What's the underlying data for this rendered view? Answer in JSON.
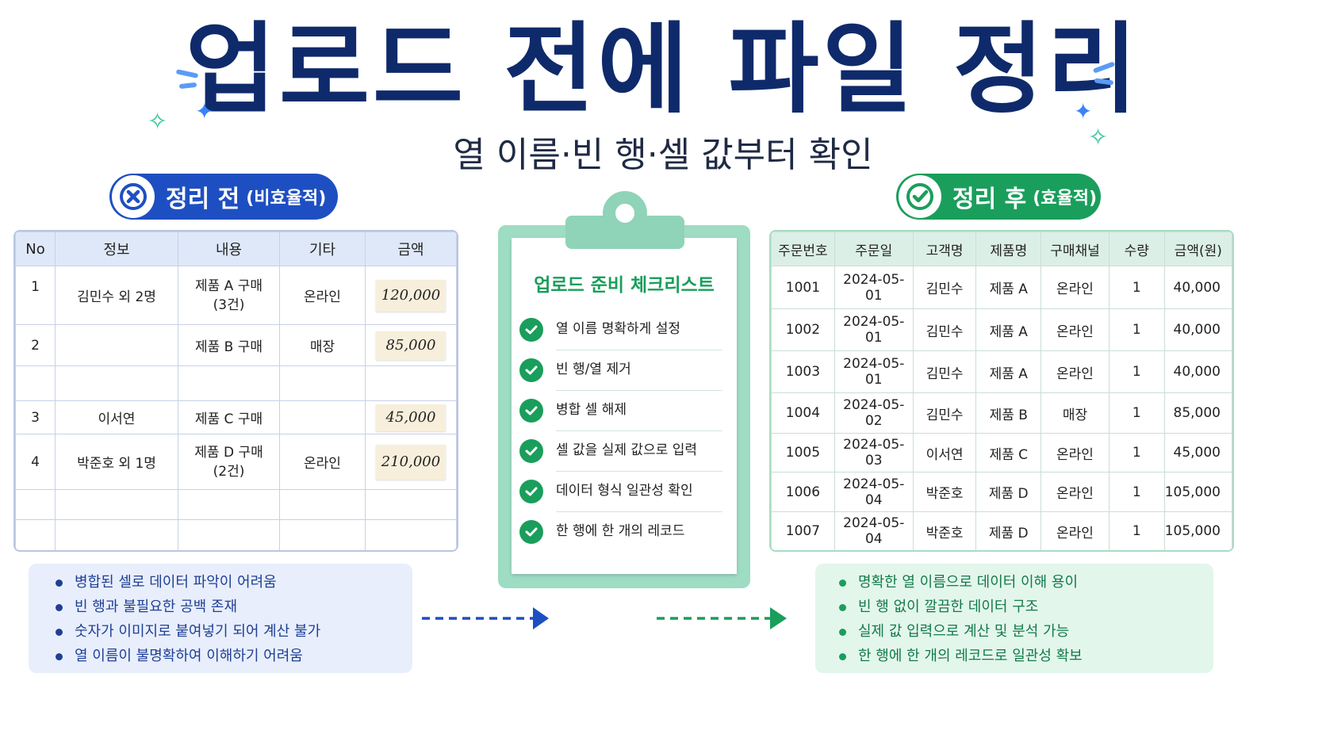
{
  "title": "업로드 전에 파일 정리",
  "subtitle": "열 이름·빈 행·셀 값부터 확인",
  "before": {
    "badge": "정리 전",
    "badge_sub": "(비효율적)",
    "headers": [
      "No",
      "정보",
      "내용",
      "기타",
      "금액"
    ],
    "rows": [
      [
        "1",
        "김민수 외 2명",
        "제품 A 구매\n(3건)",
        "온라인",
        "120,000"
      ],
      [
        "2",
        "",
        "제품 B 구매",
        "매장",
        "85,000"
      ],
      [
        "",
        "",
        "",
        "",
        ""
      ],
      [
        "3",
        "이서연",
        "제품 C 구매",
        "",
        "45,000"
      ],
      [
        "4",
        "박준호 외 1명",
        "제품 D 구매\n(2건)",
        "온라인",
        "210,000"
      ],
      [
        "",
        "",
        "",
        "",
        ""
      ],
      [
        "",
        "",
        "",
        "",
        ""
      ]
    ],
    "notes": [
      "병합된 셀로 데이터 파악이 어려움",
      "빈 행과 불필요한 공백 존재",
      "숫자가 이미지로 붙여넣기 되어 계산 불가",
      "열 이름이 불명확하여 이해하기 어려움"
    ]
  },
  "checklist": {
    "title": "업로드 준비 체크리스트",
    "items": [
      "열 이름 명확하게 설정",
      "빈 행/열 제거",
      "병합 셀 해제",
      "셀 값을 실제 값으로 입력",
      "데이터 형식 일관성 확인",
      "한 행에 한 개의 레코드"
    ]
  },
  "after": {
    "badge": "정리 후",
    "badge_sub": "(효율적)",
    "headers": [
      "주문번호",
      "주문일",
      "고객명",
      "제품명",
      "구매채널",
      "수량",
      "금액(원)"
    ],
    "rows": [
      [
        "1001",
        "2024-05-01",
        "김민수",
        "제품 A",
        "온라인",
        "1",
        "40,000"
      ],
      [
        "1002",
        "2024-05-01",
        "김민수",
        "제품 A",
        "온라인",
        "1",
        "40,000"
      ],
      [
        "1003",
        "2024-05-01",
        "김민수",
        "제품 A",
        "온라인",
        "1",
        "40,000"
      ],
      [
        "1004",
        "2024-05-02",
        "김민수",
        "제품 B",
        "매장",
        "1",
        "85,000"
      ],
      [
        "1005",
        "2024-05-03",
        "이서연",
        "제품 C",
        "온라인",
        "1",
        "45,000"
      ],
      [
        "1006",
        "2024-05-04",
        "박준호",
        "제품 D",
        "온라인",
        "1",
        "105,000"
      ],
      [
        "1007",
        "2024-05-04",
        "박준호",
        "제품 D",
        "온라인",
        "1",
        "105,000"
      ]
    ],
    "notes": [
      "명확한 열 이름으로 데이터 이해 용이",
      "빈 행 없이 깔끔한 데이터 구조",
      "실제 값 입력으로 계산 및 분석 가능",
      "한 행에 한 개의 레코드로 일관성 확보"
    ]
  },
  "colors": {
    "title": "#0f2a6b",
    "before_accent": "#1e4fc2",
    "after_accent": "#1a9e5c"
  },
  "icons": {
    "before_badge": "x-circle-icon",
    "after_badge": "check-circle-icon",
    "checklist_item": "check-icon",
    "arrows": "dashed-arrow-right-icon"
  }
}
